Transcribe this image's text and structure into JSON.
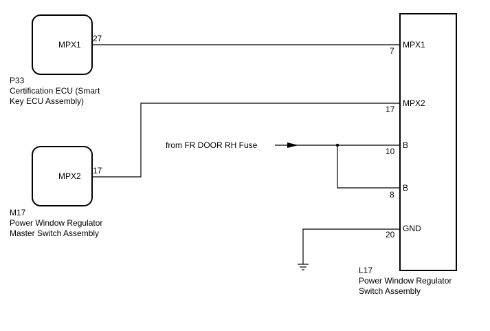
{
  "components": {
    "p33": {
      "code": "P33",
      "name_line1": "Certification ECU (Smart",
      "name_line2": "Key ECU Assembly)",
      "pin_name": "MPX1",
      "pin_number": "27"
    },
    "m17": {
      "code": "M17",
      "name_line1": "Power Window Regulator",
      "name_line2": "Master Switch Assembly",
      "pin_name": "MPX2",
      "pin_number": "17"
    },
    "l17": {
      "code": "L17",
      "name_line1": "Power Window Regulator",
      "name_line2": "Switch Assembly",
      "pins": [
        {
          "name": "MPX1",
          "number": "7"
        },
        {
          "name": "MPX2",
          "number": "17"
        },
        {
          "name": "B",
          "number": "10"
        },
        {
          "name": "B",
          "number": "8"
        },
        {
          "name": "GND",
          "number": "20"
        }
      ]
    }
  },
  "power_source": "from FR DOOR RH Fuse",
  "colors": {
    "line": "#000000",
    "background": "#ffffff"
  }
}
